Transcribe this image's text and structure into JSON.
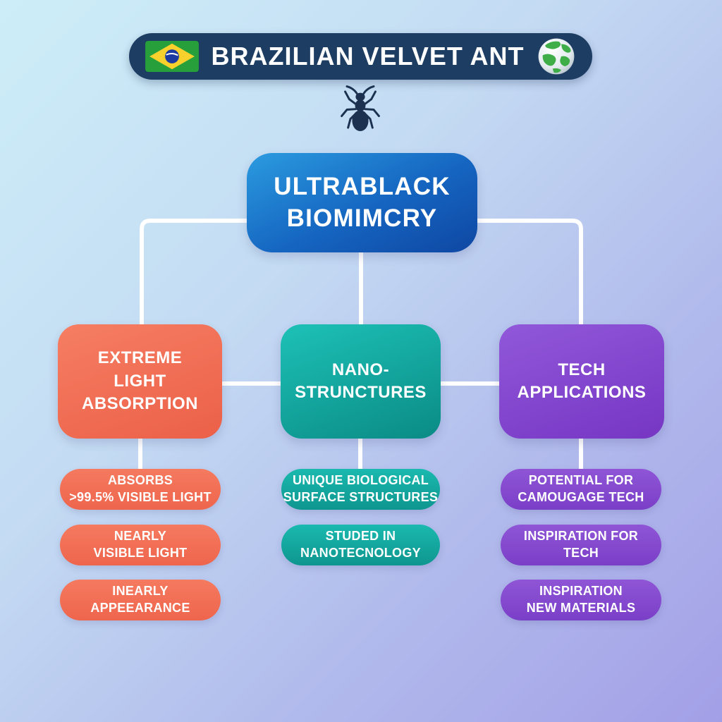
{
  "header": {
    "title": "BRAZILIAN VELVET ANT",
    "flag_icon": "brazil-flag",
    "globe_icon": "globe",
    "bg_color": "#1e3d63"
  },
  "ant_icon": "velvet-ant-silhouette",
  "root_node": {
    "line1": "ULTRABLACK",
    "line2": "BIOMIMCRY",
    "color_top": "#2b9be0",
    "color_bottom": "#0e47a3"
  },
  "branches": [
    {
      "id": "extreme-light-absorption",
      "line1": "EXTREME",
      "line2": "LIGHT ABSORPTION",
      "color_top": "#f67e63",
      "color_bottom": "#eb6048",
      "children": [
        {
          "line1": "ABSORBS",
          "line2": ">99.5% VISIBLE LIGHT"
        },
        {
          "line1": "NEARLY",
          "line2": "VISIBLE LIGHT"
        },
        {
          "line1": "INEARLY",
          "line2": "APPEEARANCE"
        }
      ]
    },
    {
      "id": "nano-structures",
      "line1": "NANO-",
      "line2": "STRUNCTURES",
      "color_top": "#1dc1b7",
      "color_bottom": "#0a8b85",
      "children": [
        {
          "line1": "UNIQUE BIOLOGICAL",
          "line2": "SURFACE STRUCTURES"
        },
        {
          "line1": "STUDED IN",
          "line2": "NANOTECNOLOGY"
        }
      ]
    },
    {
      "id": "tech-applications",
      "line1": "TECH",
      "line2": "APPLICATIONS",
      "color_top": "#9158da",
      "color_bottom": "#7636c3",
      "children": [
        {
          "line1": "POTENTIAL FOR",
          "line2": "CAMOUGAGE TECH"
        },
        {
          "line1": "INSPIRATION FOR",
          "line2": "TECH"
        },
        {
          "line1": "INSPIRATION",
          "line2": "NEW MATERIALS"
        }
      ]
    }
  ],
  "colors": {
    "background_top_left": "#cdeef8",
    "background_bottom_right": "#a39fe7",
    "connector": "#ffffff",
    "text": "#ffffff"
  }
}
